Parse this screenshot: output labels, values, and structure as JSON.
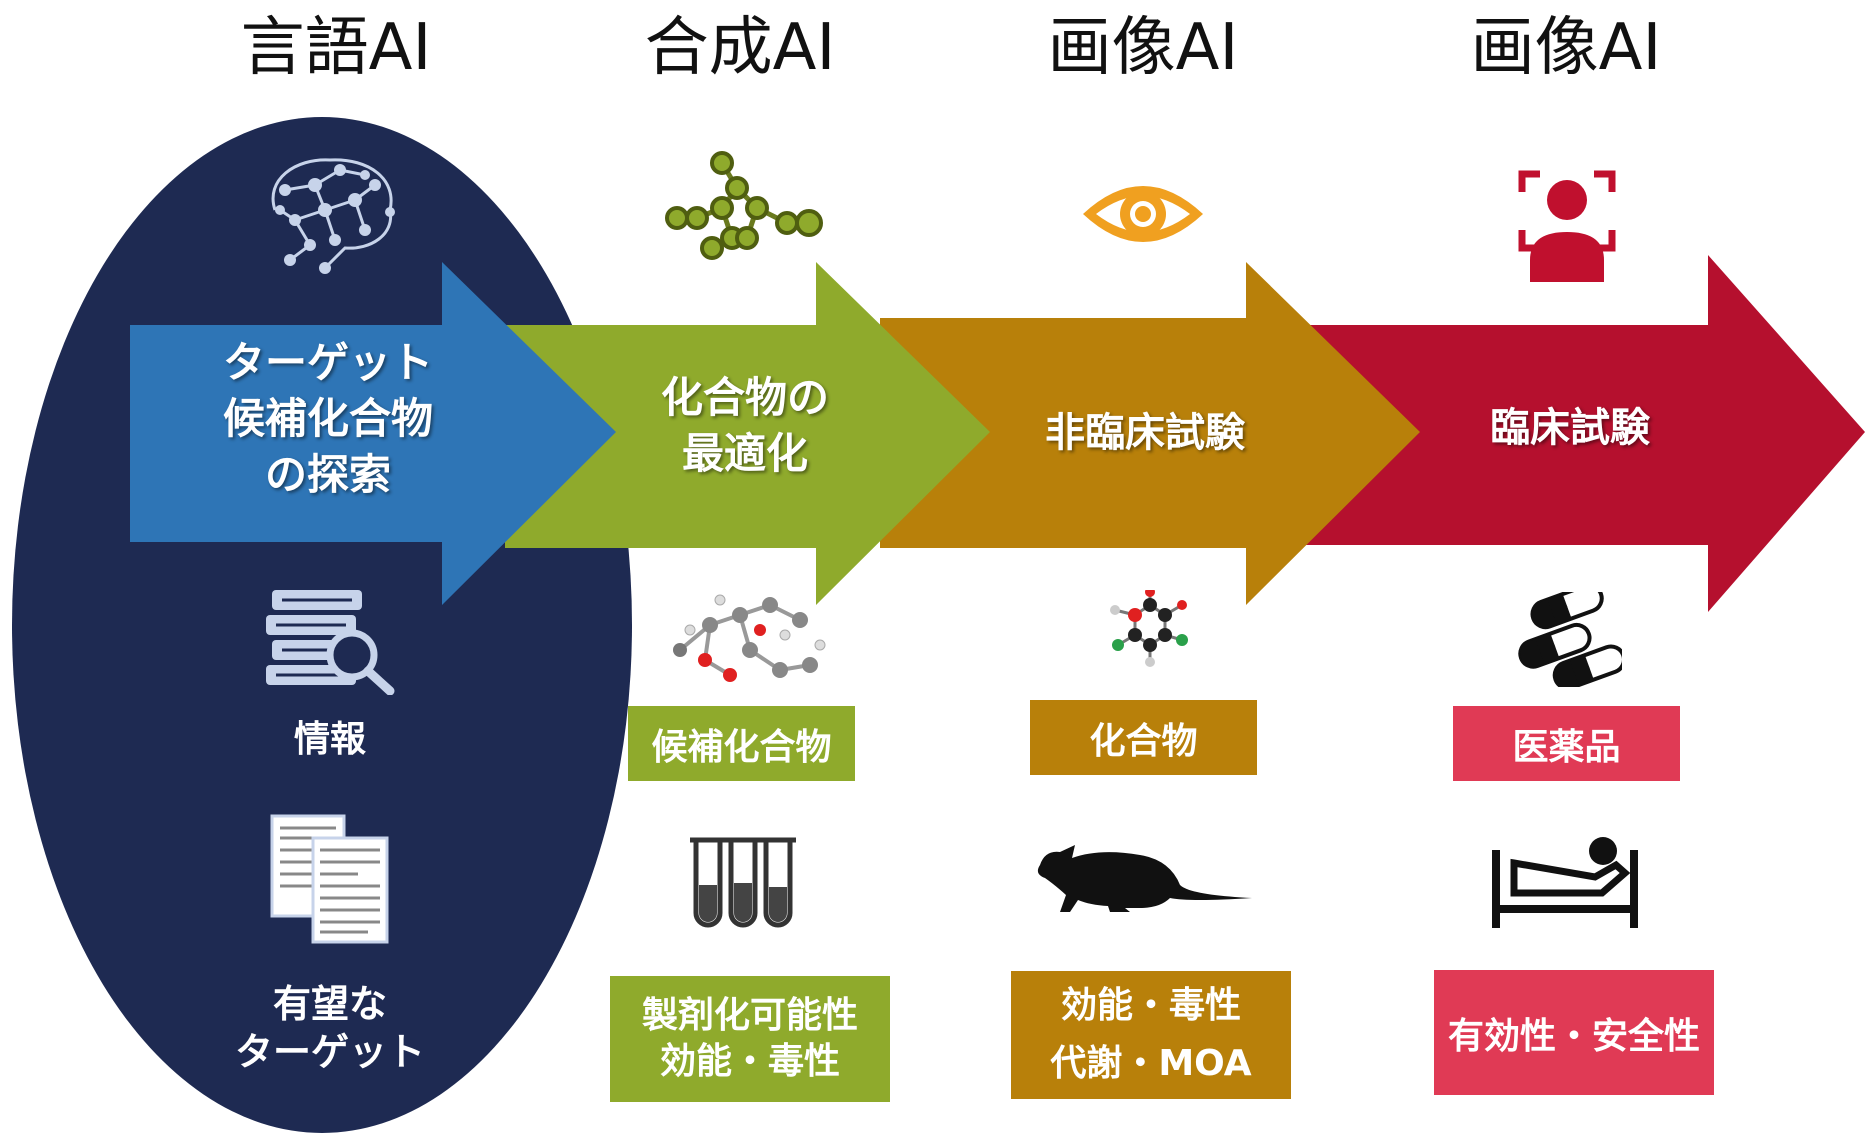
{
  "headers": [
    "言語AI",
    "合成AI",
    "画像AI",
    "画像AI"
  ],
  "arrows": [
    {
      "label": "ターゲット\n候補化合物\nの探索",
      "color": "#2e75b6"
    },
    {
      "label": "化合物の\n最適化",
      "color": "#8faa2c"
    },
    {
      "label": "非臨床試験",
      "color": "#b8800a"
    },
    {
      "label": "臨床試験",
      "color": "#b5102e"
    }
  ],
  "column1": {
    "ellipse_color": "#1e2a52",
    "info_label": "情報",
    "target_label": "有望な\nターゲット",
    "icons": [
      "ai-brain-icon",
      "database-search-icon",
      "documents-icon"
    ]
  },
  "column2": {
    "box1": "候補化合物",
    "box2": "製剤化可能性\n効能・毒性",
    "color": "#8faa2c",
    "icons": [
      "molecule-network-icon",
      "molecule-3d-icon",
      "test-tubes-icon"
    ]
  },
  "column3": {
    "box1": "化合物",
    "box2": "効能・毒性\n代謝・MOA",
    "color": "#b8800a",
    "icons": [
      "eye-icon",
      "molecule-ball-icon",
      "rat-icon"
    ]
  },
  "column4": {
    "box1": "医薬品",
    "box2": "有効性・安全性",
    "color": "#e03a55",
    "icons": [
      "face-scan-icon",
      "pills-icon",
      "patient-bed-icon"
    ]
  }
}
